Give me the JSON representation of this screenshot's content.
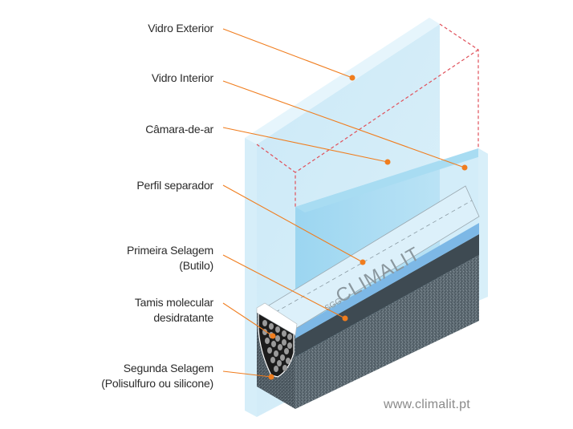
{
  "labels": [
    {
      "id": "outer-glass",
      "lines": [
        "Vidro Exterior"
      ]
    },
    {
      "id": "inner-glass",
      "lines": [
        "Vidro Interior"
      ]
    },
    {
      "id": "air-chamber",
      "lines": [
        "Câmara-de-ar"
      ]
    },
    {
      "id": "spacer-profile",
      "lines": [
        "Perfil separador"
      ]
    },
    {
      "id": "primary-seal",
      "lines": [
        "Primeira Selagem",
        "(Butilo)"
      ]
    },
    {
      "id": "molecular-sieve",
      "lines": [
        "Tamis molecular",
        "desidratante"
      ]
    },
    {
      "id": "secondary-seal",
      "lines": [
        "Segunda Selagem",
        "(Polisulfuro ou silicone)"
      ]
    }
  ],
  "spacer_brand": {
    "prefix": "SGG",
    "name": "CLIMALIT"
  },
  "website": "www.climalit.pt",
  "colors": {
    "leader": "#f07d1e",
    "dashed_outline": "#e0505a",
    "glass_light": "#d4ecf8",
    "glass_mid": "#bfe3f5",
    "glass_dark": "#8fd0ee",
    "spacer_top": "#d8eef9",
    "butyl": "#3e4a52",
    "sealant": "#5b6870"
  }
}
